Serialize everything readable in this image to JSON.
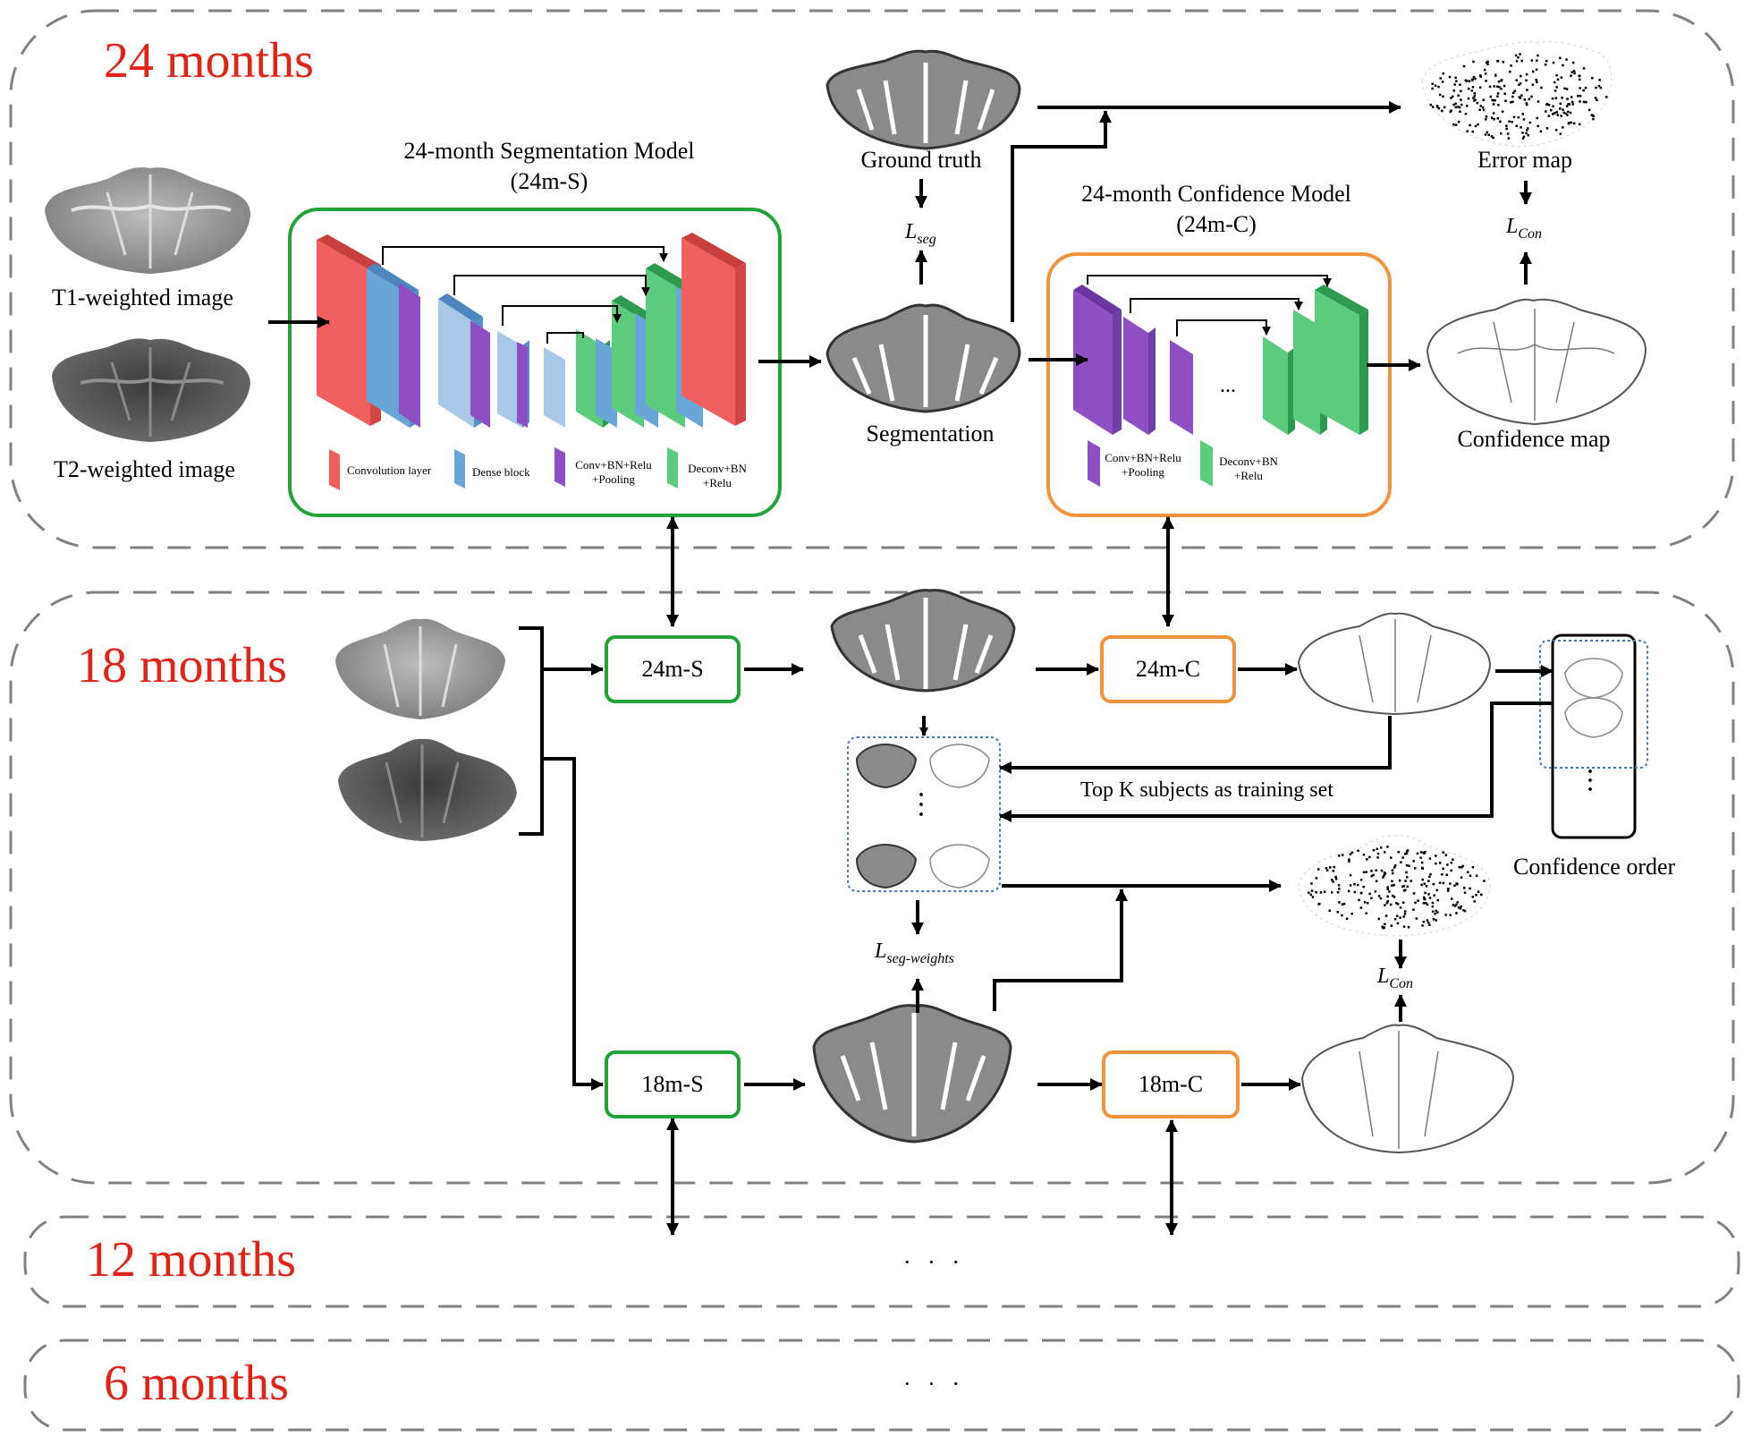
{
  "panels": {
    "m24": "24 months",
    "m18": "18 months",
    "m12": "12 months",
    "m6": "6 months"
  },
  "inputs": {
    "t1": "T1-weighted image",
    "t2": "T2-weighted image"
  },
  "seg_model": {
    "title": "24-month Segmentation Model",
    "subtitle": "(24m-S)",
    "legend": {
      "conv": "Convolution layer",
      "dense": "Dense block",
      "pool_1": "Conv+BN+Relu",
      "pool_2": "+Pooling",
      "deconv_1": "Deconv+BN",
      "deconv_2": "+Relu"
    }
  },
  "conf_model": {
    "title": "24-month Confidence Model",
    "subtitle": "(24m-C)",
    "ellipsis": "...",
    "legend": {
      "pool_1": "Conv+BN+Relu",
      "pool_2": "+Pooling",
      "deconv_1": "Deconv+BN",
      "deconv_2": "+Relu"
    }
  },
  "labels": {
    "ground_truth": "Ground truth",
    "segmentation": "Segmentation",
    "error_map": "Error map",
    "confidence_map": "Confidence map",
    "top_k": "Top K subjects as training set",
    "confidence_order": "Confidence order",
    "dots_vertical": "·\n·\n·",
    "dots_12": "· · ·",
    "dots_6": "· · ·"
  },
  "losses": {
    "lseg_main": "L",
    "lseg_sub": "seg",
    "lcon_main": "L",
    "lcon_sub": "Con",
    "lsegw_main": "L",
    "lsegw_sub": "seg-weights",
    "lcon2_main": "L",
    "lcon2_sub": "Con"
  },
  "boxes": {
    "s24": "24m-S",
    "c24": "24m-C",
    "s18": "18m-S",
    "c18": "18m-C"
  },
  "colors": {
    "month_red": "#e2231a",
    "seg_green": "#22a33a",
    "conf_orange": "#f0933b",
    "conv_red": "#f0605e",
    "dense_blue": "#6aa5d8",
    "pool_purple": "#8e4fc2",
    "deconv_green": "#5ccb7e"
  }
}
